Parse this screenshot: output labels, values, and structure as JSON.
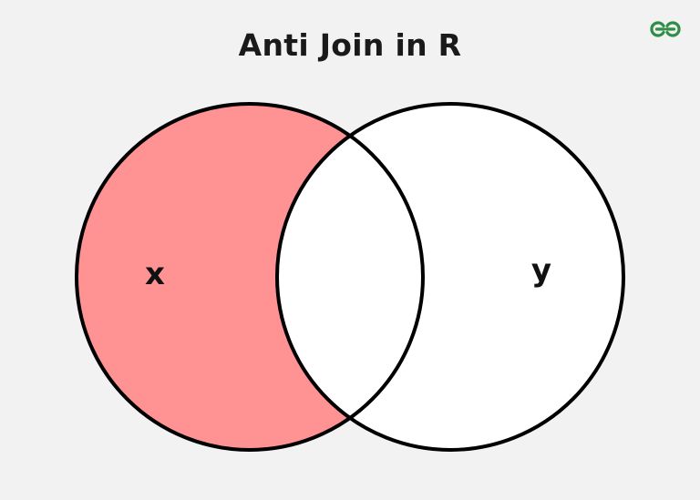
{
  "title": "Anti Join in R",
  "logo_icon": "geeksforgeeks-logo",
  "sets": {
    "left": {
      "label": "x",
      "fill": "#ff9393",
      "highlighted": true
    },
    "right": {
      "label": "y",
      "fill": "#ffffff",
      "highlighted": false
    }
  },
  "colors": {
    "background": "#f2f2f2",
    "outline": "#000000",
    "logo": "#2f8d46"
  }
}
